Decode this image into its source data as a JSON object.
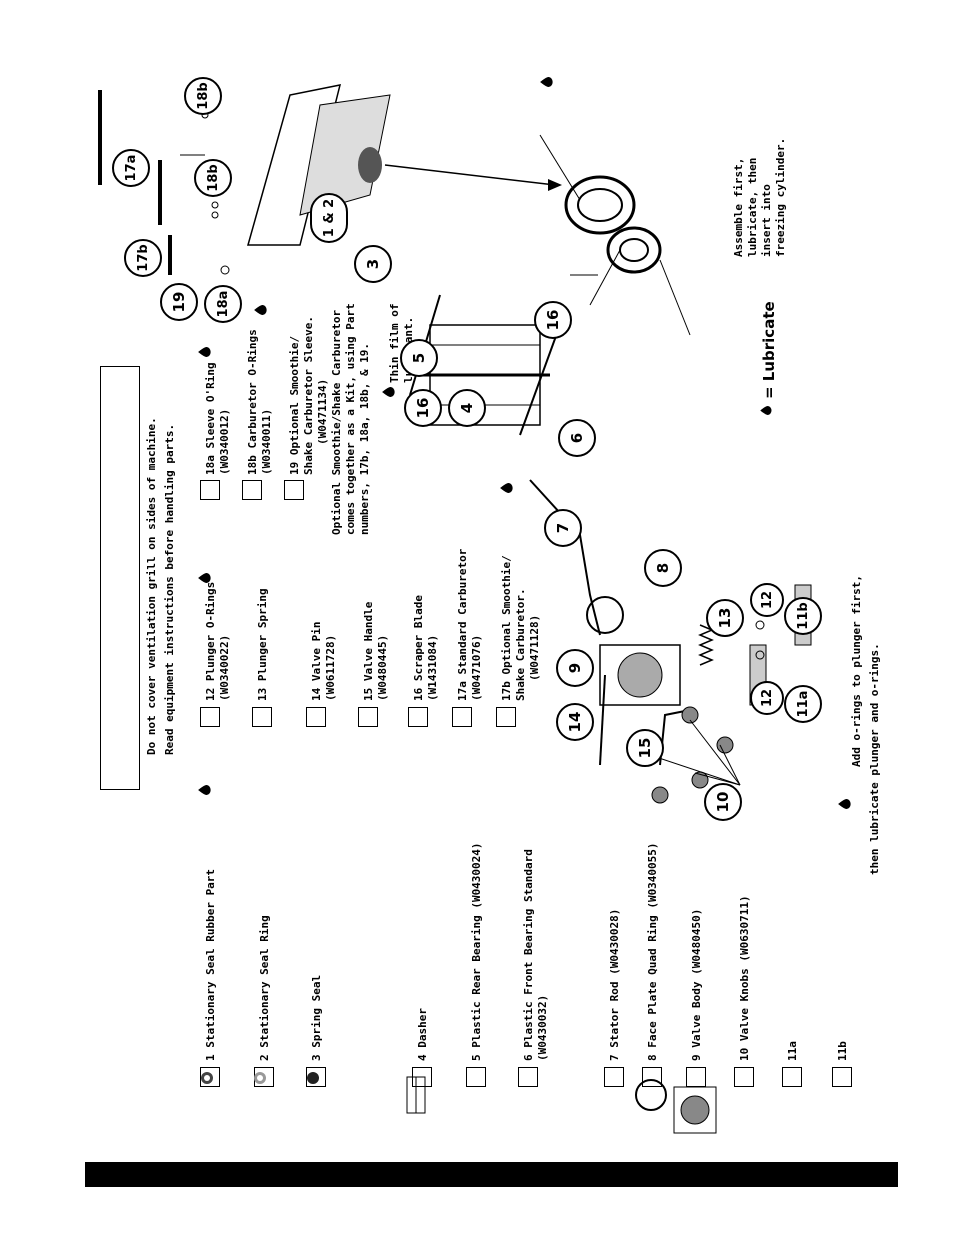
{
  "notice": {
    "line1": "Do not cover ventilation grill on sides of machine.",
    "line2": "Read equipment instructions before handling parts."
  },
  "parts_left": [
    {
      "label": "1 Stationary Seal Rubber Part",
      "lube": true
    },
    {
      "label": "2 Stationary Seal Ring",
      "lube": false
    },
    {
      "label": "3 Spring Seal",
      "lube": false
    },
    {
      "label": "4 Dasher",
      "lube": false
    },
    {
      "label": "5 Plastic Rear Bearing (W0430024)",
      "lube": false
    },
    {
      "label": "6 Plastic Front Bearing Standard",
      "sub": "(W0430032)",
      "lube": false
    },
    {
      "label": "7 Stator Rod (W0430028)",
      "lube": false
    },
    {
      "label": "8 Face Plate Quad Ring (W0340055)",
      "lube": false
    },
    {
      "label": "9 Valve Body (W0480450)",
      "lube": false
    },
    {
      "label": "10 Valve Knobs (W0630711)",
      "lube": false
    },
    {
      "label": "11a",
      "lube": false
    },
    {
      "label": "11b",
      "lube": false
    }
  ],
  "parts_middle": [
    {
      "label": "12 Plunger O-Rings",
      "sub": "(W0340022)",
      "lube": true
    },
    {
      "label": "13 Plunger Spring",
      "lube": false
    },
    {
      "label": "14 Valve Pin",
      "sub": "(W0611728)",
      "lube": false
    },
    {
      "label": "15 Valve Handle",
      "sub": "(W0480445)",
      "lube": false
    },
    {
      "label": "16 Scraper Blade",
      "sub": "(W1431084)",
      "lube": false
    },
    {
      "label": "17a Standard Carburetor",
      "sub": "(W0471076)",
      "lube": false
    },
    {
      "label": "17b Optional Smoothie/",
      "sub": "Shake Carburetor.",
      "sub2": "(W0471128)",
      "lube": false
    }
  ],
  "parts_right": [
    {
      "label": "18a Sleeve O'Ring",
      "sub": "(W0340012)",
      "lube": true
    },
    {
      "label": "18b Carburetor O-Rings",
      "sub": "(W0340011)",
      "lube": true
    },
    {
      "label": "19 Optional Smoothie/",
      "sub": "Shake Carburetor Sleeve.",
      "sub2": "(W0471134)",
      "lube": false
    }
  ],
  "kit_note": {
    "line1": "Optional Smoothie/Shake Carburetor",
    "line2": "comes together as a Kit, using Part",
    "line3": "numbers, 17b, 18a, 18b, & 19."
  },
  "thin_film": {
    "line1": "Thin film of",
    "line2": "lubricant."
  },
  "oring_note": {
    "line1": "Add o-rings to plunger first,",
    "line2": "then lubricate plunger and o-rings."
  },
  "assemble_note": {
    "line1": "Assemble first,",
    "line2": "lubricate, then",
    "line3": "insert into",
    "line4": "freezing cylinder."
  },
  "legend": {
    "text": "= Lubricate"
  },
  "callouts": [
    "1 & 2",
    "3",
    "4",
    "5",
    "16",
    "16",
    "6",
    "7",
    "8",
    "9",
    "10",
    "12",
    "12",
    "13",
    "11a",
    "11b",
    "14",
    "15",
    "17a",
    "17b",
    "18a",
    "18b",
    "18b",
    "19"
  ]
}
